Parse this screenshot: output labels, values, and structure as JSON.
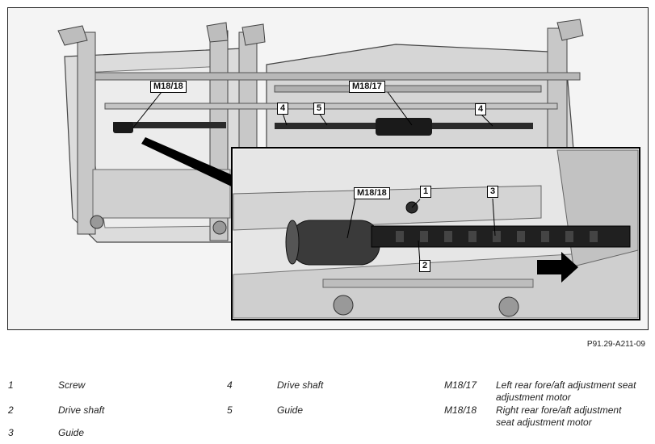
{
  "callouts": {
    "m1818_top": "M18/18",
    "m1817_top": "M18/17",
    "four_left": "4",
    "five_top": "5",
    "four_right": "4",
    "m1818_detail": "M18/18",
    "one_detail": "1",
    "three_detail": "3",
    "two_detail": "2"
  },
  "figure_code": "P91.29-A211-09",
  "legend": [
    {
      "key": "1",
      "text": "Screw"
    },
    {
      "key": "2",
      "text": "Drive shaft"
    },
    {
      "key": "3",
      "text": "Guide"
    },
    {
      "key": "4",
      "text": "Drive shaft"
    },
    {
      "key": "5",
      "text": "Guide"
    },
    {
      "key": "M18/17",
      "text": "Left rear fore/aft adjustment seat adjustment motor"
    },
    {
      "key": "M18/18",
      "text": "Right rear fore/aft adjustment seat adjustment motor"
    }
  ]
}
